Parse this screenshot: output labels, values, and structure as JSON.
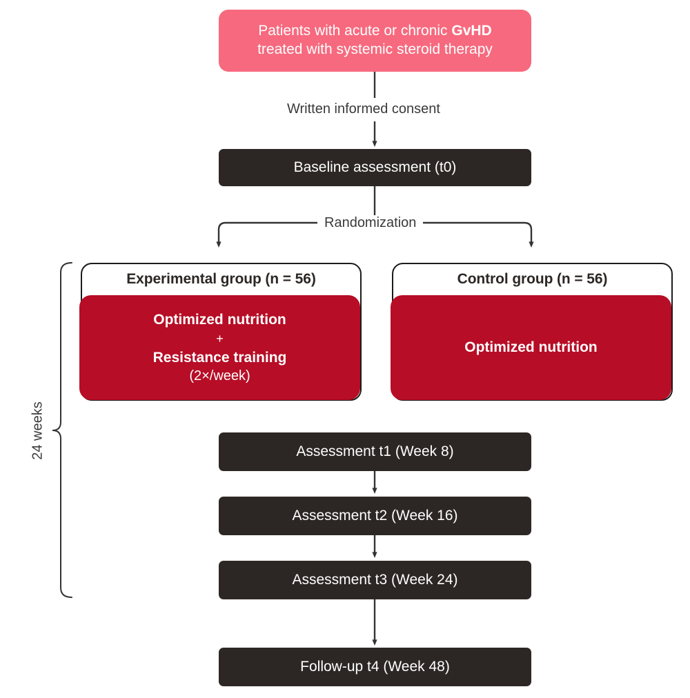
{
  "diagram": {
    "title": "GvHD exercise and nutrition trial flowchart",
    "colors": {
      "pink": "#F7697E",
      "red": "#B70D26",
      "dark": "#2C2725",
      "line": "#333333",
      "text_on_light": "#3a3a3a"
    }
  },
  "nodes": {
    "enrollment": {
      "line1_pre": "Patients with acute or chronic ",
      "line1_bold": "GvHD",
      "line2": "treated with systemic steroid therapy"
    },
    "consent_label": "Written informed consent",
    "baseline": "Baseline assessment (t0)",
    "randomization_label": "Randomization",
    "experimental": {
      "title": "Experimental group (n = 56)",
      "intervention_line1": "Optimized nutrition",
      "intervention_plus": "+",
      "intervention_line2": "Resistance training",
      "intervention_sub": "(2×/week)"
    },
    "control": {
      "title": "Control group (n = 56)",
      "intervention_line1": "Optimized nutrition"
    },
    "assessment_t1": "Assessment t1 (Week 8)",
    "assessment_t2": "Assessment t2 (Week 16)",
    "assessment_t3": "Assessment t3 (Week 24)",
    "followup_t4": "Follow-up t4 (Week 48)",
    "duration_bracket_label": "24 weeks"
  }
}
